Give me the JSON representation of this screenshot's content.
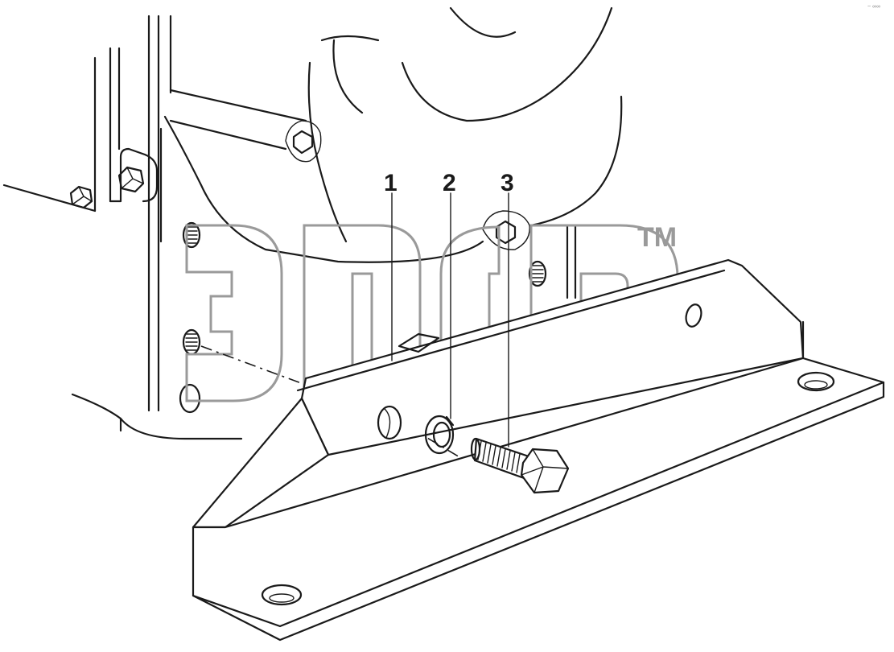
{
  "callouts": [
    {
      "number": "1"
    },
    {
      "number": "2"
    },
    {
      "number": "3"
    }
  ],
  "watermark": {
    "trademark": "TM"
  },
  "corner_mark": "~ ∞∞",
  "colors": {
    "line": "#1a1a1a",
    "watermark": "#9a9a9a",
    "background": "#ffffff"
  }
}
